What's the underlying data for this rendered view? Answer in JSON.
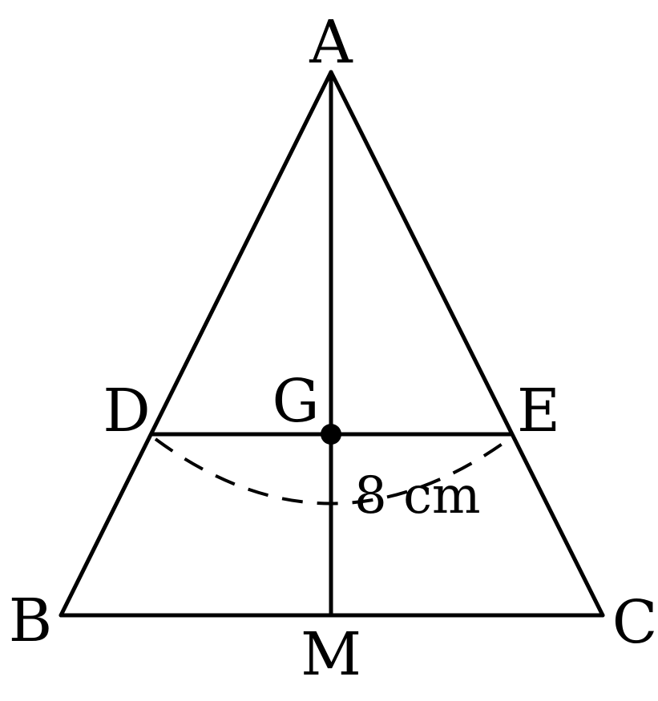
{
  "vertices": {
    "A": "A",
    "B": "B",
    "C": "C",
    "D": "D",
    "E": "E",
    "G": "G",
    "M": "M"
  },
  "measurement": {
    "length_label": "8 cm"
  },
  "colors": {
    "stroke": "#000000",
    "background": "#ffffff"
  }
}
